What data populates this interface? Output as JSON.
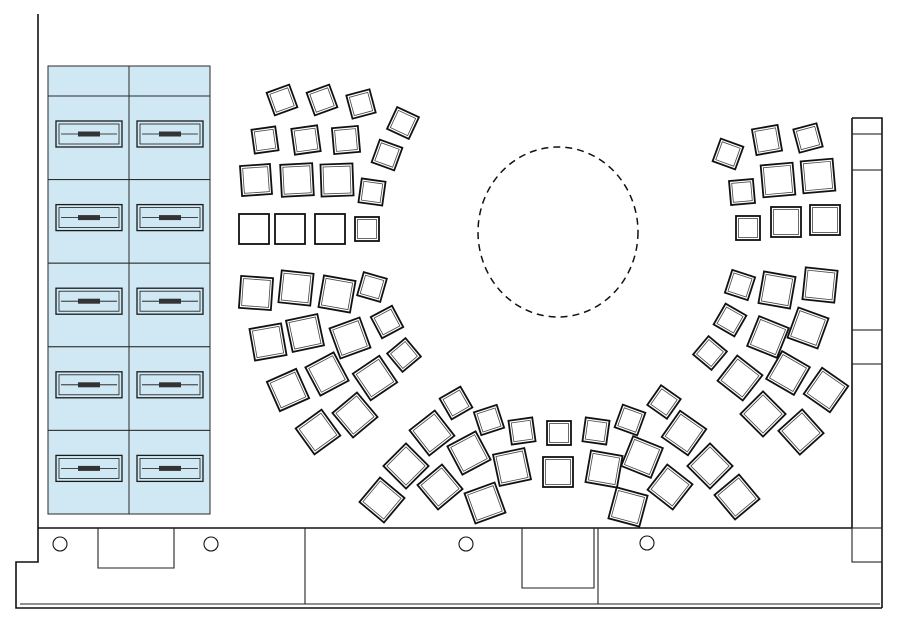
{
  "plan": {
    "colors": {
      "booth_fill": "#cfe8f3",
      "line": "#111111",
      "background": "#ffffff"
    },
    "booths": {
      "columns": 2,
      "rows": 5
    },
    "center_marker": {
      "style": "dashed-ellipse"
    },
    "seating": {
      "west_rows": 4,
      "north_rows": 4,
      "south_rows": 3,
      "east_rows": 3,
      "total_blocks": 4
    },
    "column_markers": 4
  }
}
